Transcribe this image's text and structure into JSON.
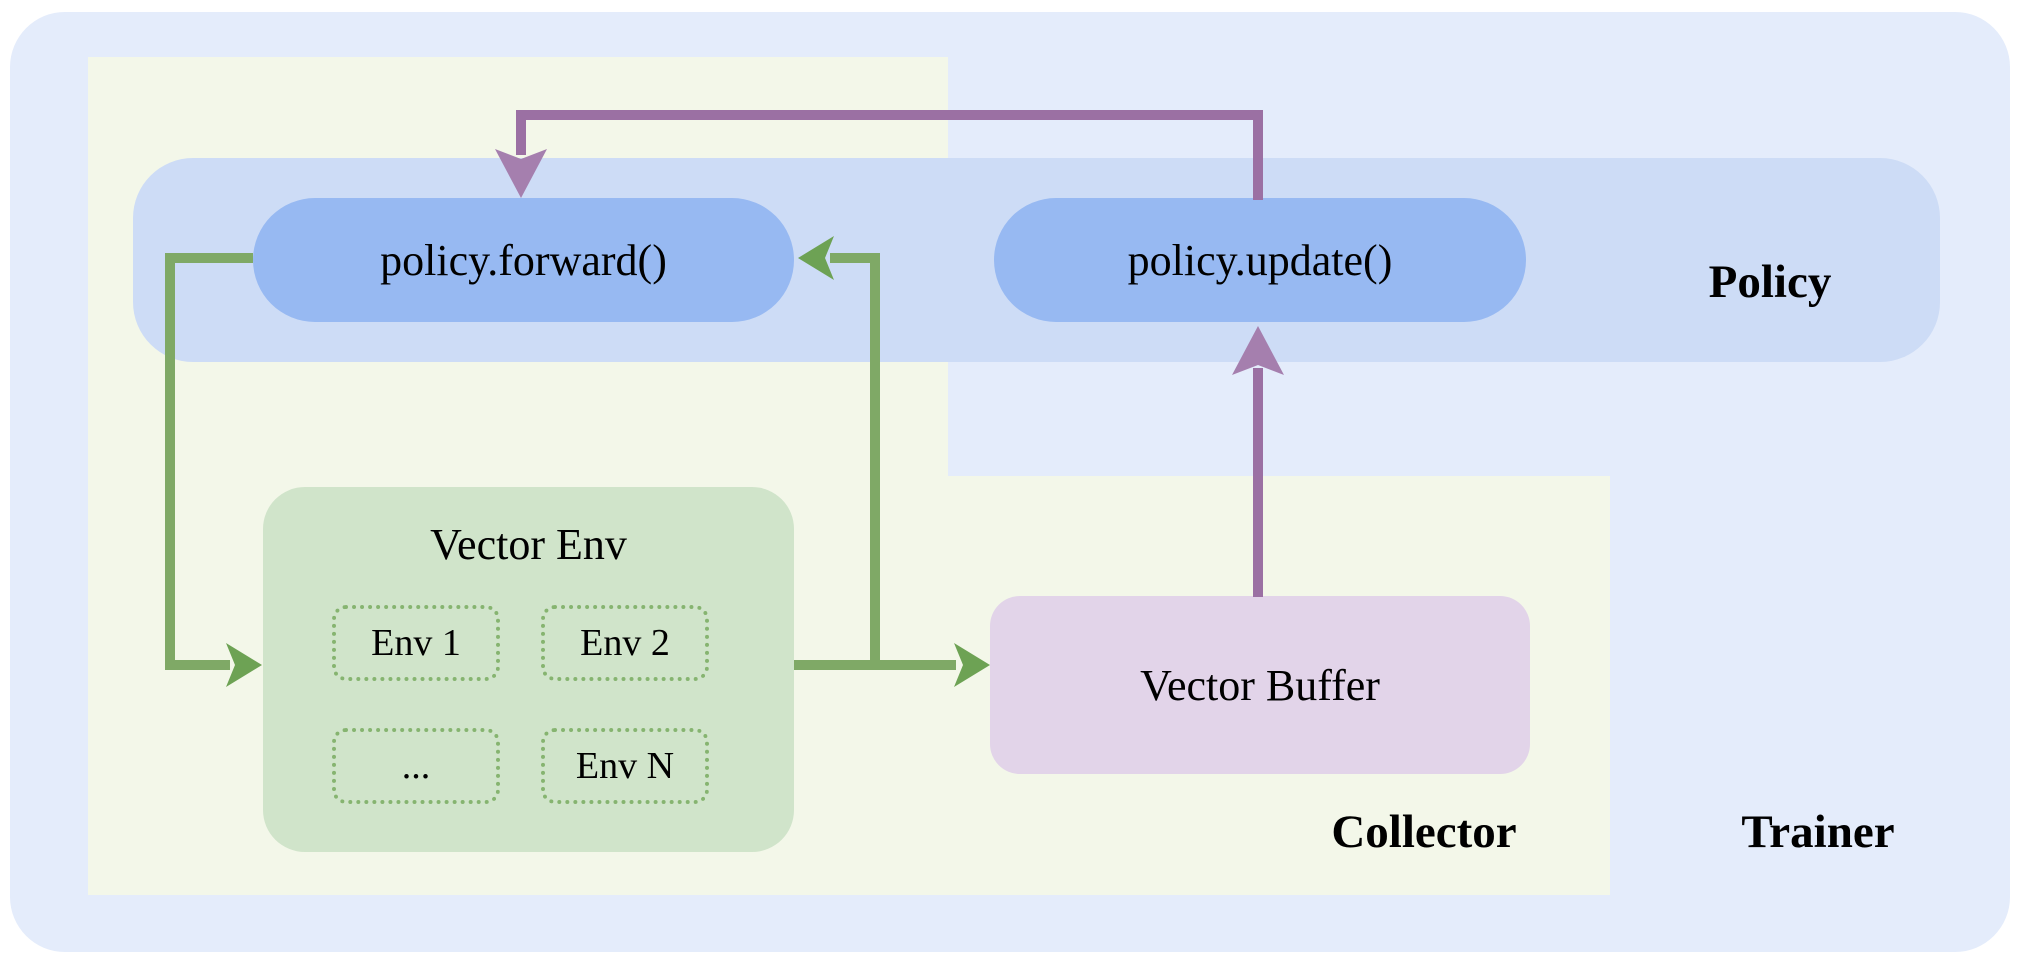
{
  "diagram": {
    "title_hint": "RL training architecture diagram",
    "regions": {
      "trainer": {
        "label": "Trainer"
      },
      "collector": {
        "label": "Collector"
      },
      "policy": {
        "label": "Policy"
      }
    },
    "nodes": {
      "policy_forward": {
        "label": "policy.forward()"
      },
      "policy_update": {
        "label": "policy.update()"
      },
      "vector_env": {
        "title": "Vector Env",
        "cells": [
          "Env 1",
          "Env 2",
          "...",
          "Env N"
        ]
      },
      "vector_buffer": {
        "label": "Vector Buffer"
      }
    },
    "arrows": [
      {
        "from": "policy_forward",
        "to": "vector_env",
        "color": "green",
        "route": "left-down"
      },
      {
        "from": "vector_env",
        "to": "vector_buffer",
        "color": "green",
        "route": "right"
      },
      {
        "from": "vector_env",
        "to": "policy_forward",
        "color": "green",
        "route": "up-left branch"
      },
      {
        "from": "vector_buffer",
        "to": "policy_update",
        "color": "purple",
        "route": "up"
      },
      {
        "from": "policy_update",
        "to": "policy_forward",
        "color": "purple",
        "route": "up-left-down"
      }
    ],
    "colors": {
      "trainer_bg": "#e4ecfb",
      "collector_bg": "#f3f7e9",
      "policy_band_bg": "#cddcf6",
      "pill_bg": "#97b9f2",
      "env_box_bg": "#d0e4ca",
      "env_cell_border": "#86b470",
      "buffer_bg": "#e2d4e9",
      "arrow_green": "#7fa966",
      "arrow_green_head": "#6da254",
      "arrow_purple": "#9b70a3",
      "arrow_purple_head": "#a57fae"
    }
  }
}
